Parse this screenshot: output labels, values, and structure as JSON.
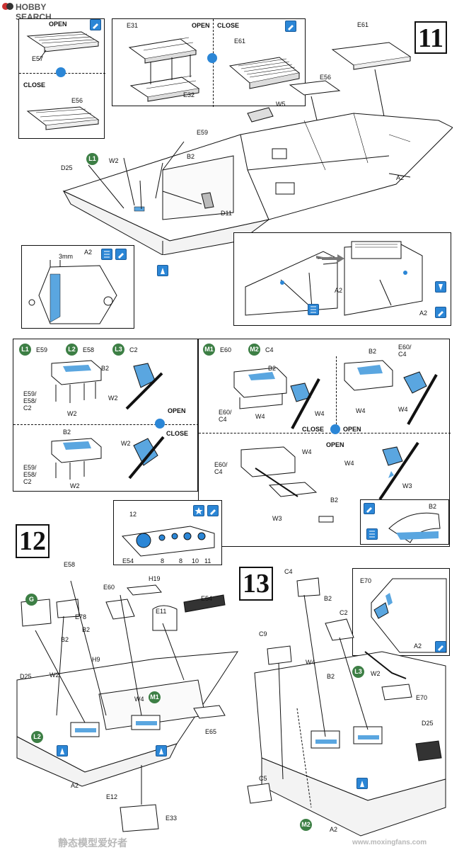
{
  "watermark_top": {
    "brand": "HOBBY SEARCH"
  },
  "watermark_bottom": {
    "cn": "静态模型爱好者",
    "url": "www.moxingfans.com"
  },
  "steps": {
    "s11": "11",
    "s12": "12",
    "s13": "13"
  },
  "inset_open_close": {
    "open": "OPEN",
    "close": "CLOSE",
    "e57": "E57",
    "e56": "E56"
  },
  "inset_e31": {
    "e31": "E31",
    "e32": "E32",
    "open": "OPEN",
    "close": "CLOSE",
    "e61": "E61"
  },
  "step11": {
    "e61": "E61",
    "e56": "E56",
    "w5": "W5",
    "e59": "E59",
    "b2": "B2",
    "d25": "D25",
    "l1": "L1",
    "w2": "W2",
    "d11": "D11",
    "a2": "A2"
  },
  "inset_3mm": {
    "dim": "3mm",
    "a2": "A2"
  },
  "inset_right": {
    "a2a": "A2",
    "a2b": "A2"
  },
  "panel_l": {
    "l1": "L1",
    "e59": "E59",
    "l2": "L2",
    "e58": "E58",
    "l3": "L3",
    "c2": "C2",
    "b2a": "B2",
    "variants_a": "E59/\nE58/\nC2",
    "w2a": "W2",
    "w2b": "W2",
    "open": "OPEN",
    "close": "CLOSE",
    "b2b": "B2",
    "w2c": "W2",
    "variants_b": "E59/\nE58/\nC2",
    "w2d": "W2"
  },
  "panel_m": {
    "m1": "M1",
    "e60": "E60",
    "m2": "M2",
    "c4": "C4",
    "b2a": "B2",
    "e60c4a": "E60/\nC4",
    "w4a": "W4",
    "w4b": "W4",
    "b2b": "B2",
    "e60c4b": "E60/\nC4",
    "w4c": "W4",
    "w4d": "W4",
    "close": "CLOSE",
    "open": "OPEN",
    "open2": "OPEN",
    "w4e": "W4",
    "e60c4c": "E60/\nC4",
    "w3a": "W3",
    "b2c": "B2",
    "w4f": "W4",
    "w3b": "W3",
    "b2d": "B2"
  },
  "gauge": {
    "n12": "12",
    "e54": "E54",
    "n8a": "8",
    "n8b": "8",
    "n10": "10",
    "n11": "11"
  },
  "step12": {
    "e58": "E58",
    "h19": "H19",
    "e54": "E54",
    "e60": "E60",
    "e11": "E11",
    "g": "G",
    "e78": "E78",
    "b2a": "B2",
    "b2b": "B2",
    "h9": "H9",
    "d25": "D25",
    "w2": "W2",
    "w4": "W4",
    "m1": "M1",
    "e65": "E65",
    "l2": "L2",
    "a2": "A2",
    "e12": "E12",
    "e33": "E33"
  },
  "step13": {
    "c4": "C4",
    "b2a": "B2",
    "c2": "C2",
    "c9": "C9",
    "e70a": "E70",
    "a2a": "A2",
    "w4": "W4",
    "b2b": "B2",
    "l3": "L3",
    "w2": "W2",
    "e70b": "E70",
    "d25": "D25",
    "c5": "C5",
    "m2": "M2",
    "a2b": "A2"
  },
  "colors": {
    "hint_blue": "#2b86d6",
    "part_blue": "#5aa6e0",
    "badge_green": "#3d7f45"
  }
}
